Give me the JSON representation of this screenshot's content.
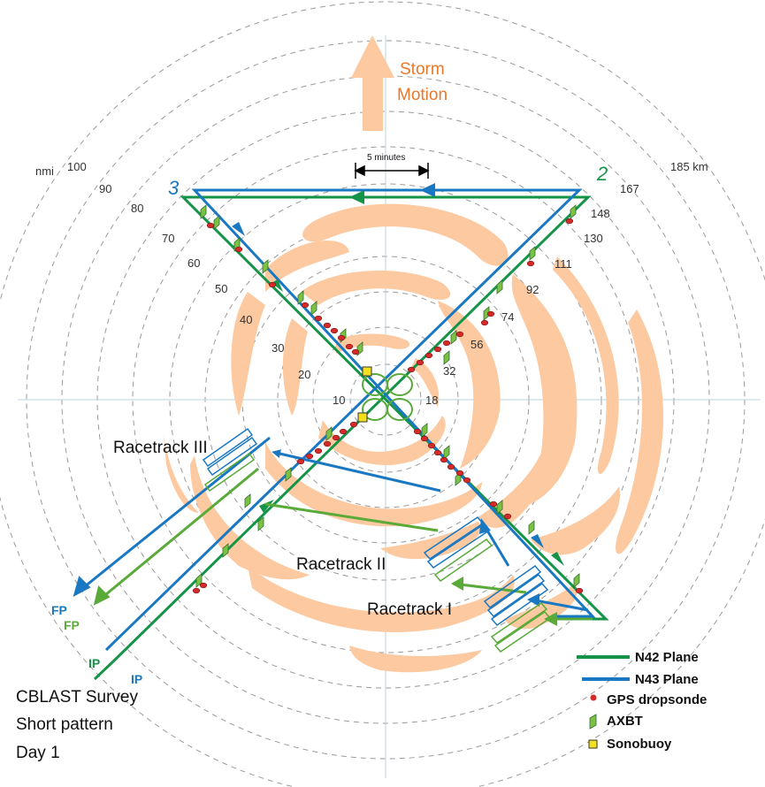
{
  "storm_motion": {
    "line1": "Storm",
    "line2": "Motion"
  },
  "scale_bar_label": "5 minutes",
  "units": {
    "nmi": "nmi",
    "km": "185 km"
  },
  "nmi_rings": [
    "100",
    "90",
    "80",
    "70",
    "60",
    "50",
    "40",
    "30",
    "20",
    "10"
  ],
  "km_rings": [
    "167",
    "148",
    "130",
    "111",
    "92",
    "74",
    "56",
    "32",
    "18"
  ],
  "waypoints": {
    "two": "2",
    "three": "3"
  },
  "racetracks": {
    "one": "Racetrack I",
    "two": "Racetrack II",
    "three": "Racetrack III"
  },
  "endpoints": {
    "fp_n43": "FP",
    "fp_n42": "FP",
    "ip_n42": "IP",
    "ip_n43": "IP"
  },
  "caption": {
    "line1": "CBLAST Survey",
    "line2": "Short pattern",
    "line3": "Day 1"
  },
  "legend": [
    {
      "label": "N42 Plane",
      "symbol": "line",
      "color": "#159447"
    },
    {
      "label": "N43 Plane",
      "symbol": "line",
      "color": "#1a78c2"
    },
    {
      "label": "GPS dropsonde",
      "symbol": "dot",
      "color": "#d42a2a"
    },
    {
      "label": "AXBT",
      "symbol": "flag",
      "color": "#7bc143"
    },
    {
      "label": "Sonobuoy",
      "symbol": "square",
      "color": "#f4e01c"
    }
  ],
  "colors": {
    "n42": "#159447",
    "n43": "#1a78c2",
    "storm": "#fcc9a0",
    "arrow": "#fcc9a0",
    "storm_text": "#e8782a",
    "racetrack_green": "#5aaa3a"
  }
}
